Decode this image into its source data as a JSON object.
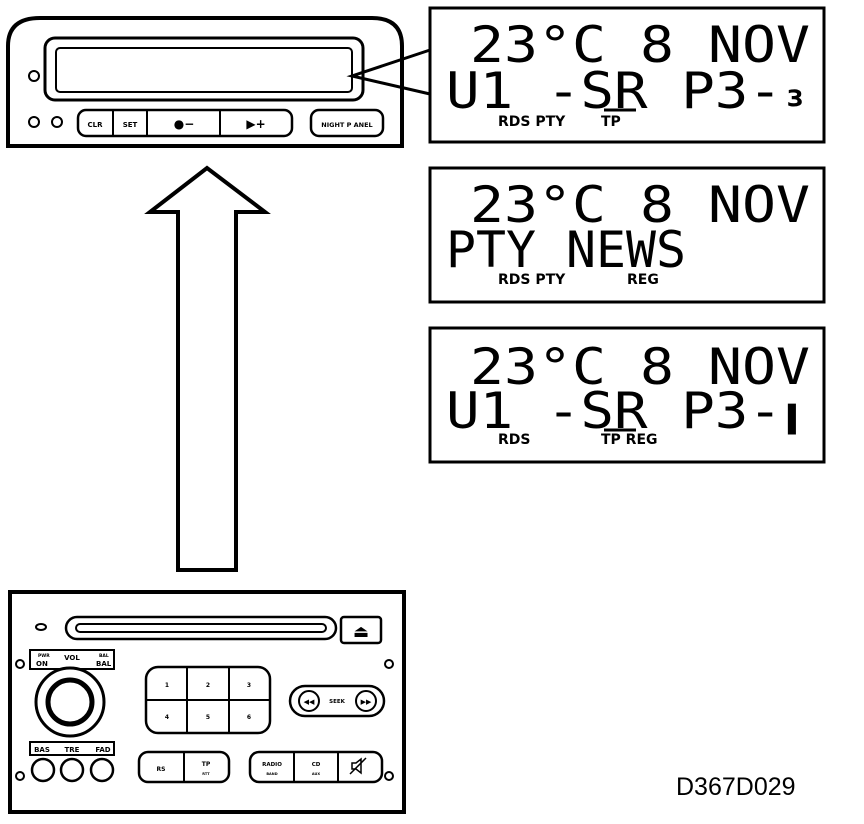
{
  "display_unit": {
    "buttons": {
      "clr": "CLR",
      "set": "SET",
      "minus": "●−",
      "plus": "▶+",
      "night_panel": "NIGHT P   ANEL"
    }
  },
  "lcd_screens": [
    {
      "line1": "23°C  8 NOV",
      "line2": "U1  -SR P3-",
      "level_glyph": "з",
      "indicators": [
        "RDS PTY",
        "TP"
      ]
    },
    {
      "line1": "23°C  8 NOV",
      "line2": "PTY NEWS",
      "level_glyph": "",
      "indicators": [
        "RDS PTY",
        "REG"
      ]
    },
    {
      "line1": "23°C  8 NOV",
      "line2": "U1  -SR P3-",
      "level_glyph": "▌",
      "indicators": [
        "RDS",
        "TP REG"
      ]
    }
  ],
  "radio_unit": {
    "eject_icon": "⏏",
    "knob_labels": {
      "pwr": "PWR",
      "on": "ON",
      "vol": "VOL",
      "bal_small": "BAL",
      "bal": "BAL",
      "bas": "BAS",
      "tre": "TRE",
      "fad": "FAD"
    },
    "presets": [
      "1",
      "2",
      "3",
      "4",
      "5",
      "6"
    ],
    "seek": {
      "label": "SEEK",
      "prev_icon": "◀◀",
      "next_icon": "▶▶"
    },
    "bottom_buttons": {
      "rs": "RS",
      "tp": "TP",
      "tp_sub": "RTT",
      "radio": "RADIO",
      "radio_sub": "BAND",
      "cd": "CD",
      "cd_sub": "AUX",
      "mute_icon": "mute-speaker"
    }
  },
  "caption": "D367D029"
}
